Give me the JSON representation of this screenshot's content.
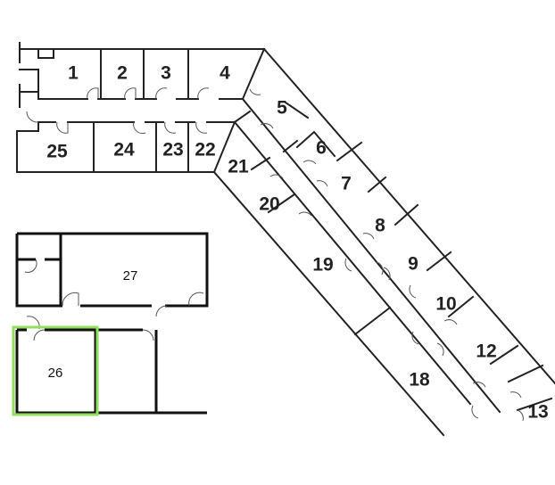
{
  "floor_plan": {
    "highlight_color": "#8fe05a",
    "selected_room": "26",
    "rooms": {
      "r1": "1",
      "r2": "2",
      "r3": "3",
      "r4": "4",
      "r5": "5",
      "r6": "6",
      "r7": "7",
      "r8": "8",
      "r9": "9",
      "r10": "10",
      "r12": "12",
      "r13": "13",
      "r18": "18",
      "r19": "19",
      "r20": "20",
      "r21": "21",
      "r22": "22",
      "r23": "23",
      "r24": "24",
      "r25": "25",
      "r26": "26",
      "r27": "27"
    }
  }
}
